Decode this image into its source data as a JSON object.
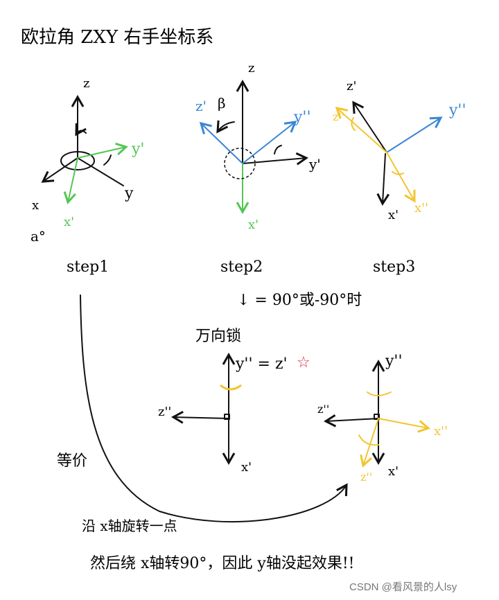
{
  "title": "欧拉角 ZXY 右手坐标系",
  "step1": {
    "caption": "step1",
    "z": "z",
    "y": "y",
    "y_prime": "y'",
    "x": "x",
    "x_prime": "x'",
    "angle": "a°"
  },
  "step2": {
    "caption": "step2",
    "z": "z",
    "z_prime": "z'",
    "beta": "β",
    "y_dprime": "y''",
    "y_prime": "y'",
    "x_prime": "x'"
  },
  "step3": {
    "caption": "step3",
    "z_prime": "z'",
    "z_dprime": "z''",
    "y_dprime": "y''",
    "x_prime": "x'",
    "x_dprime": "x''"
  },
  "condition": "↓ = 90°或-90°时",
  "lock_label": "万向锁",
  "gimbal_left": {
    "eq": "y'' = z'",
    "z_dprime": "z''",
    "x_prime": "x'"
  },
  "gimbal_right": {
    "y_dprime": "y''",
    "z_dprime": "z''",
    "x_prime": "x'",
    "x_dprime": "x''",
    "z_dprime2": "z''"
  },
  "side_note": "等价",
  "note1": "沿 x轴旋转一点",
  "note2": "然后绕 x轴转90°，因此 y轴没起效果!!",
  "watermark": "CSDN @看风景的人lsy",
  "colors": {
    "blue": "#3a86d4",
    "green": "#53c653",
    "yellow": "#f2c530",
    "red": "#e0243b"
  }
}
